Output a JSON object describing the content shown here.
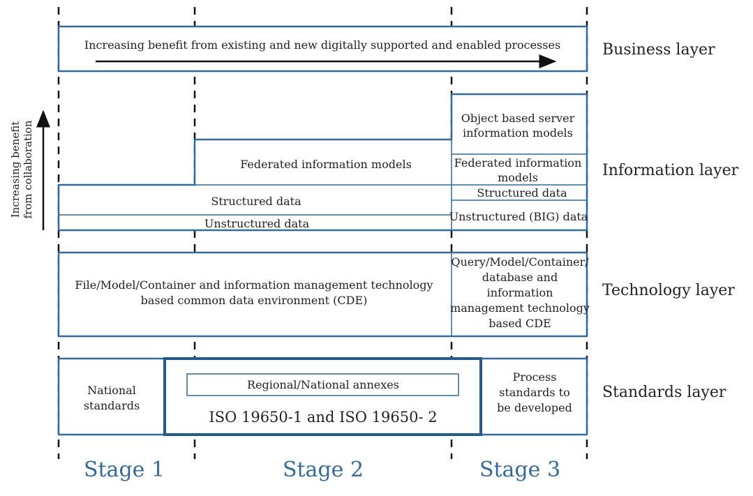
{
  "business": {
    "label": "Increasing benefit from existing and new digitally supported and enabled processes",
    "layer_label": "Business layer"
  },
  "collaboration_axis": {
    "line1": "Increasing benefit",
    "line2": "from collaboration"
  },
  "information": {
    "layer_label": "Information layer",
    "federated_models": "Federated information models",
    "structured_data": "Structured data",
    "unstructured_data": "Unstructured data",
    "stage3": {
      "object_based_line1": "Object based server",
      "object_based_line2": "information models",
      "federated_line1": "Federated information",
      "federated_line2": "models",
      "structured_data": "Structured data",
      "unstructured_big_data": "Unstructured (BIG) data"
    }
  },
  "technology": {
    "layer_label": "Technology layer",
    "cde_line1": "File/Model/Container and information management technology",
    "cde_line2": "based common data environment (CDE)",
    "stage3_lines": [
      "Query/Model/Container/",
      "database and",
      "information",
      "management technology",
      "based CDE"
    ]
  },
  "standards": {
    "layer_label": "Standards layer",
    "national_line1": "National",
    "national_line2": "standards",
    "regional_annexes": "Regional/National annexes",
    "iso": "ISO 19650-1 and ISO 19650- 2",
    "process_lines": [
      "Process",
      "standards to",
      "be developed"
    ]
  },
  "stages": [
    "Stage 1",
    "Stage 2",
    "Stage 3"
  ],
  "colors": {
    "accent": "#2f6aa3",
    "text": "#222222",
    "dashes": "#111111"
  }
}
